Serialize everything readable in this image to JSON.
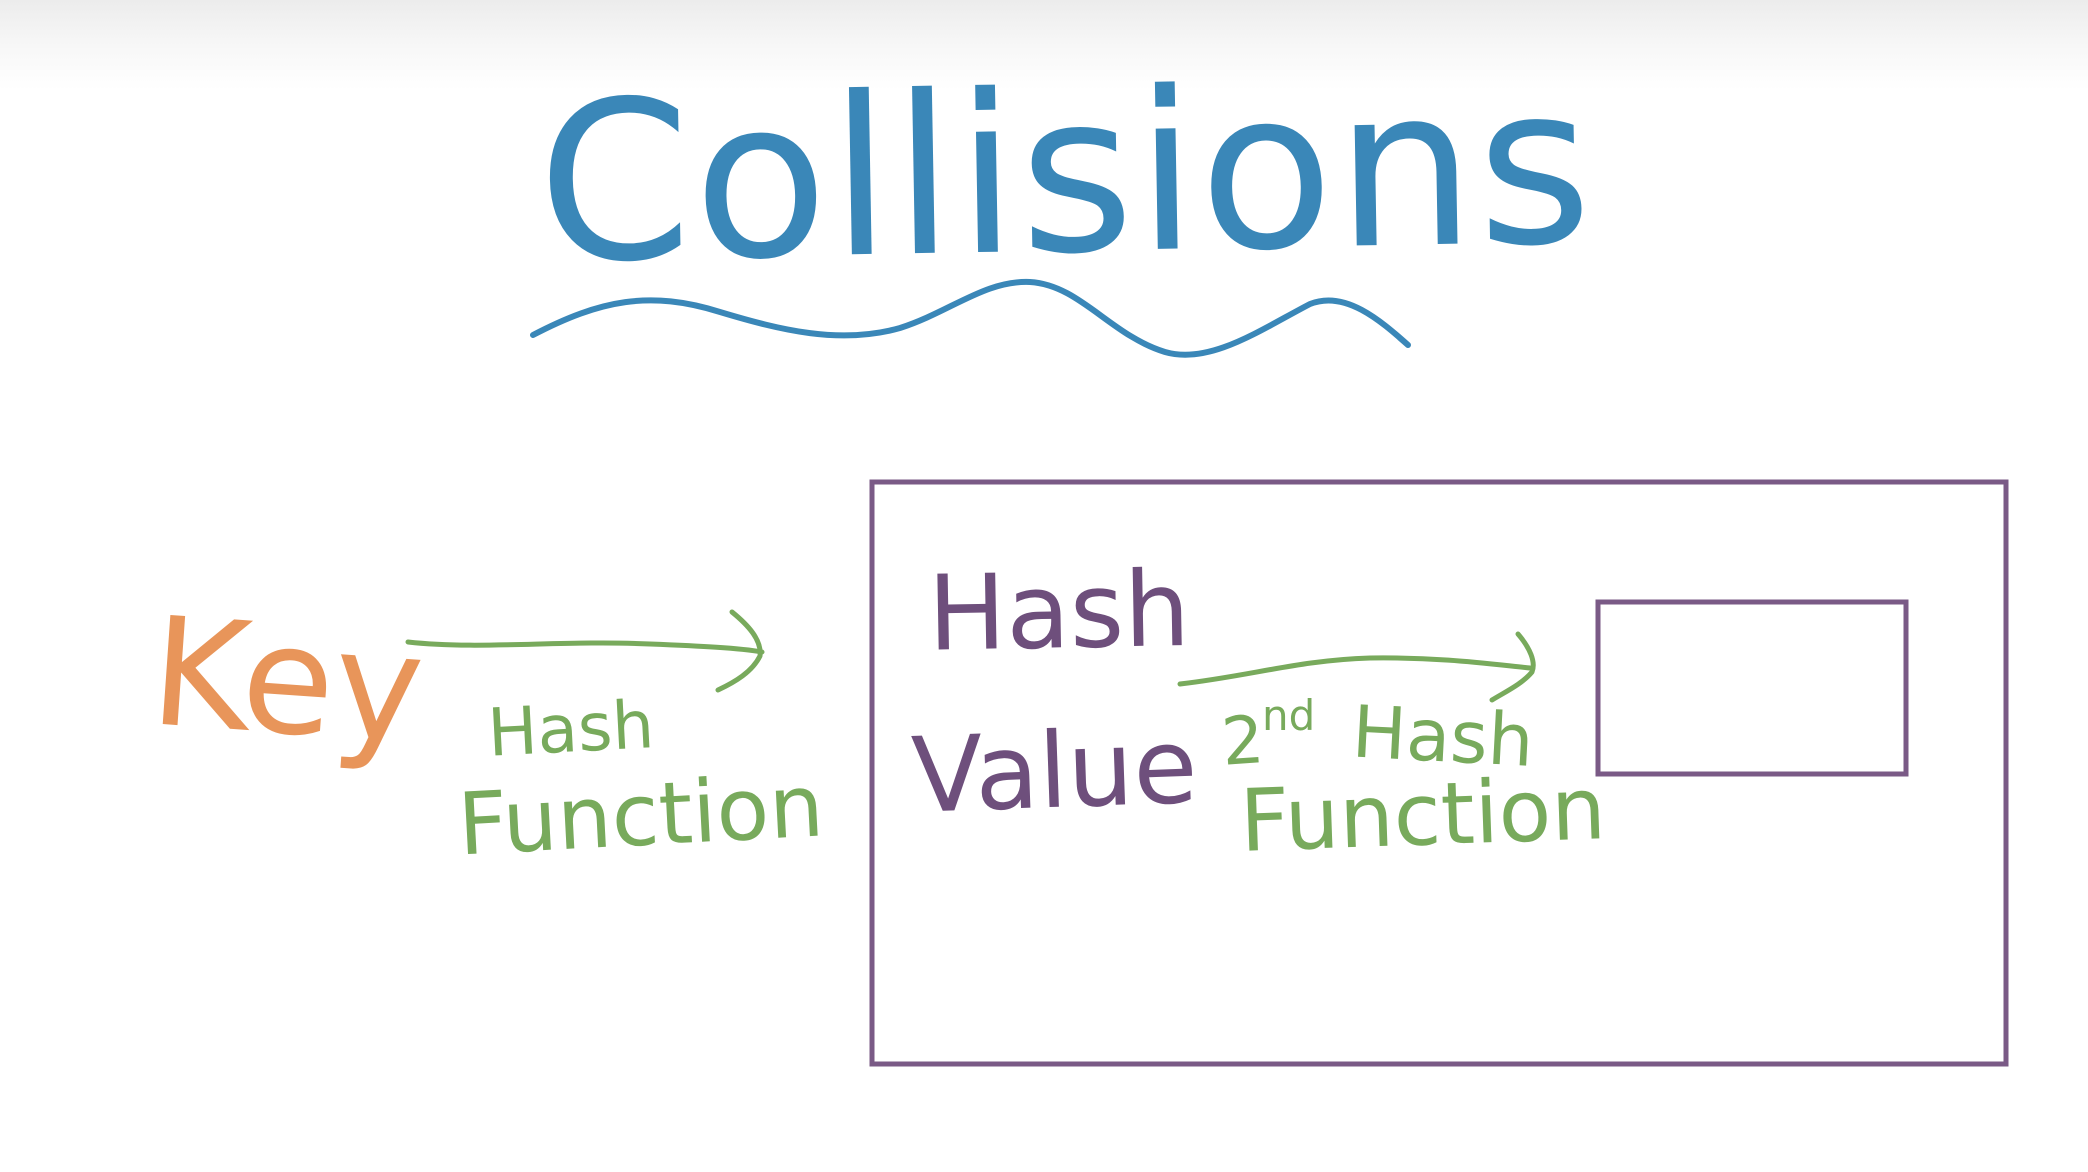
{
  "title": "Collisions",
  "key_label": "Key",
  "hash_function_label": {
    "line1": "Hash",
    "line2": "Function"
  },
  "hash_value_label": {
    "line1": "Hash",
    "line2": "Value"
  },
  "second_hash_function_label": {
    "ordinal": "2",
    "ordinal_suffix": "nd",
    "line1": "Hash",
    "line2": "Function"
  },
  "colors": {
    "title": "#3a87b8",
    "key": "#e8955a",
    "arrows": "#78aa5c",
    "box": "#7a5a86",
    "hash_value": "#6e4f7c"
  }
}
